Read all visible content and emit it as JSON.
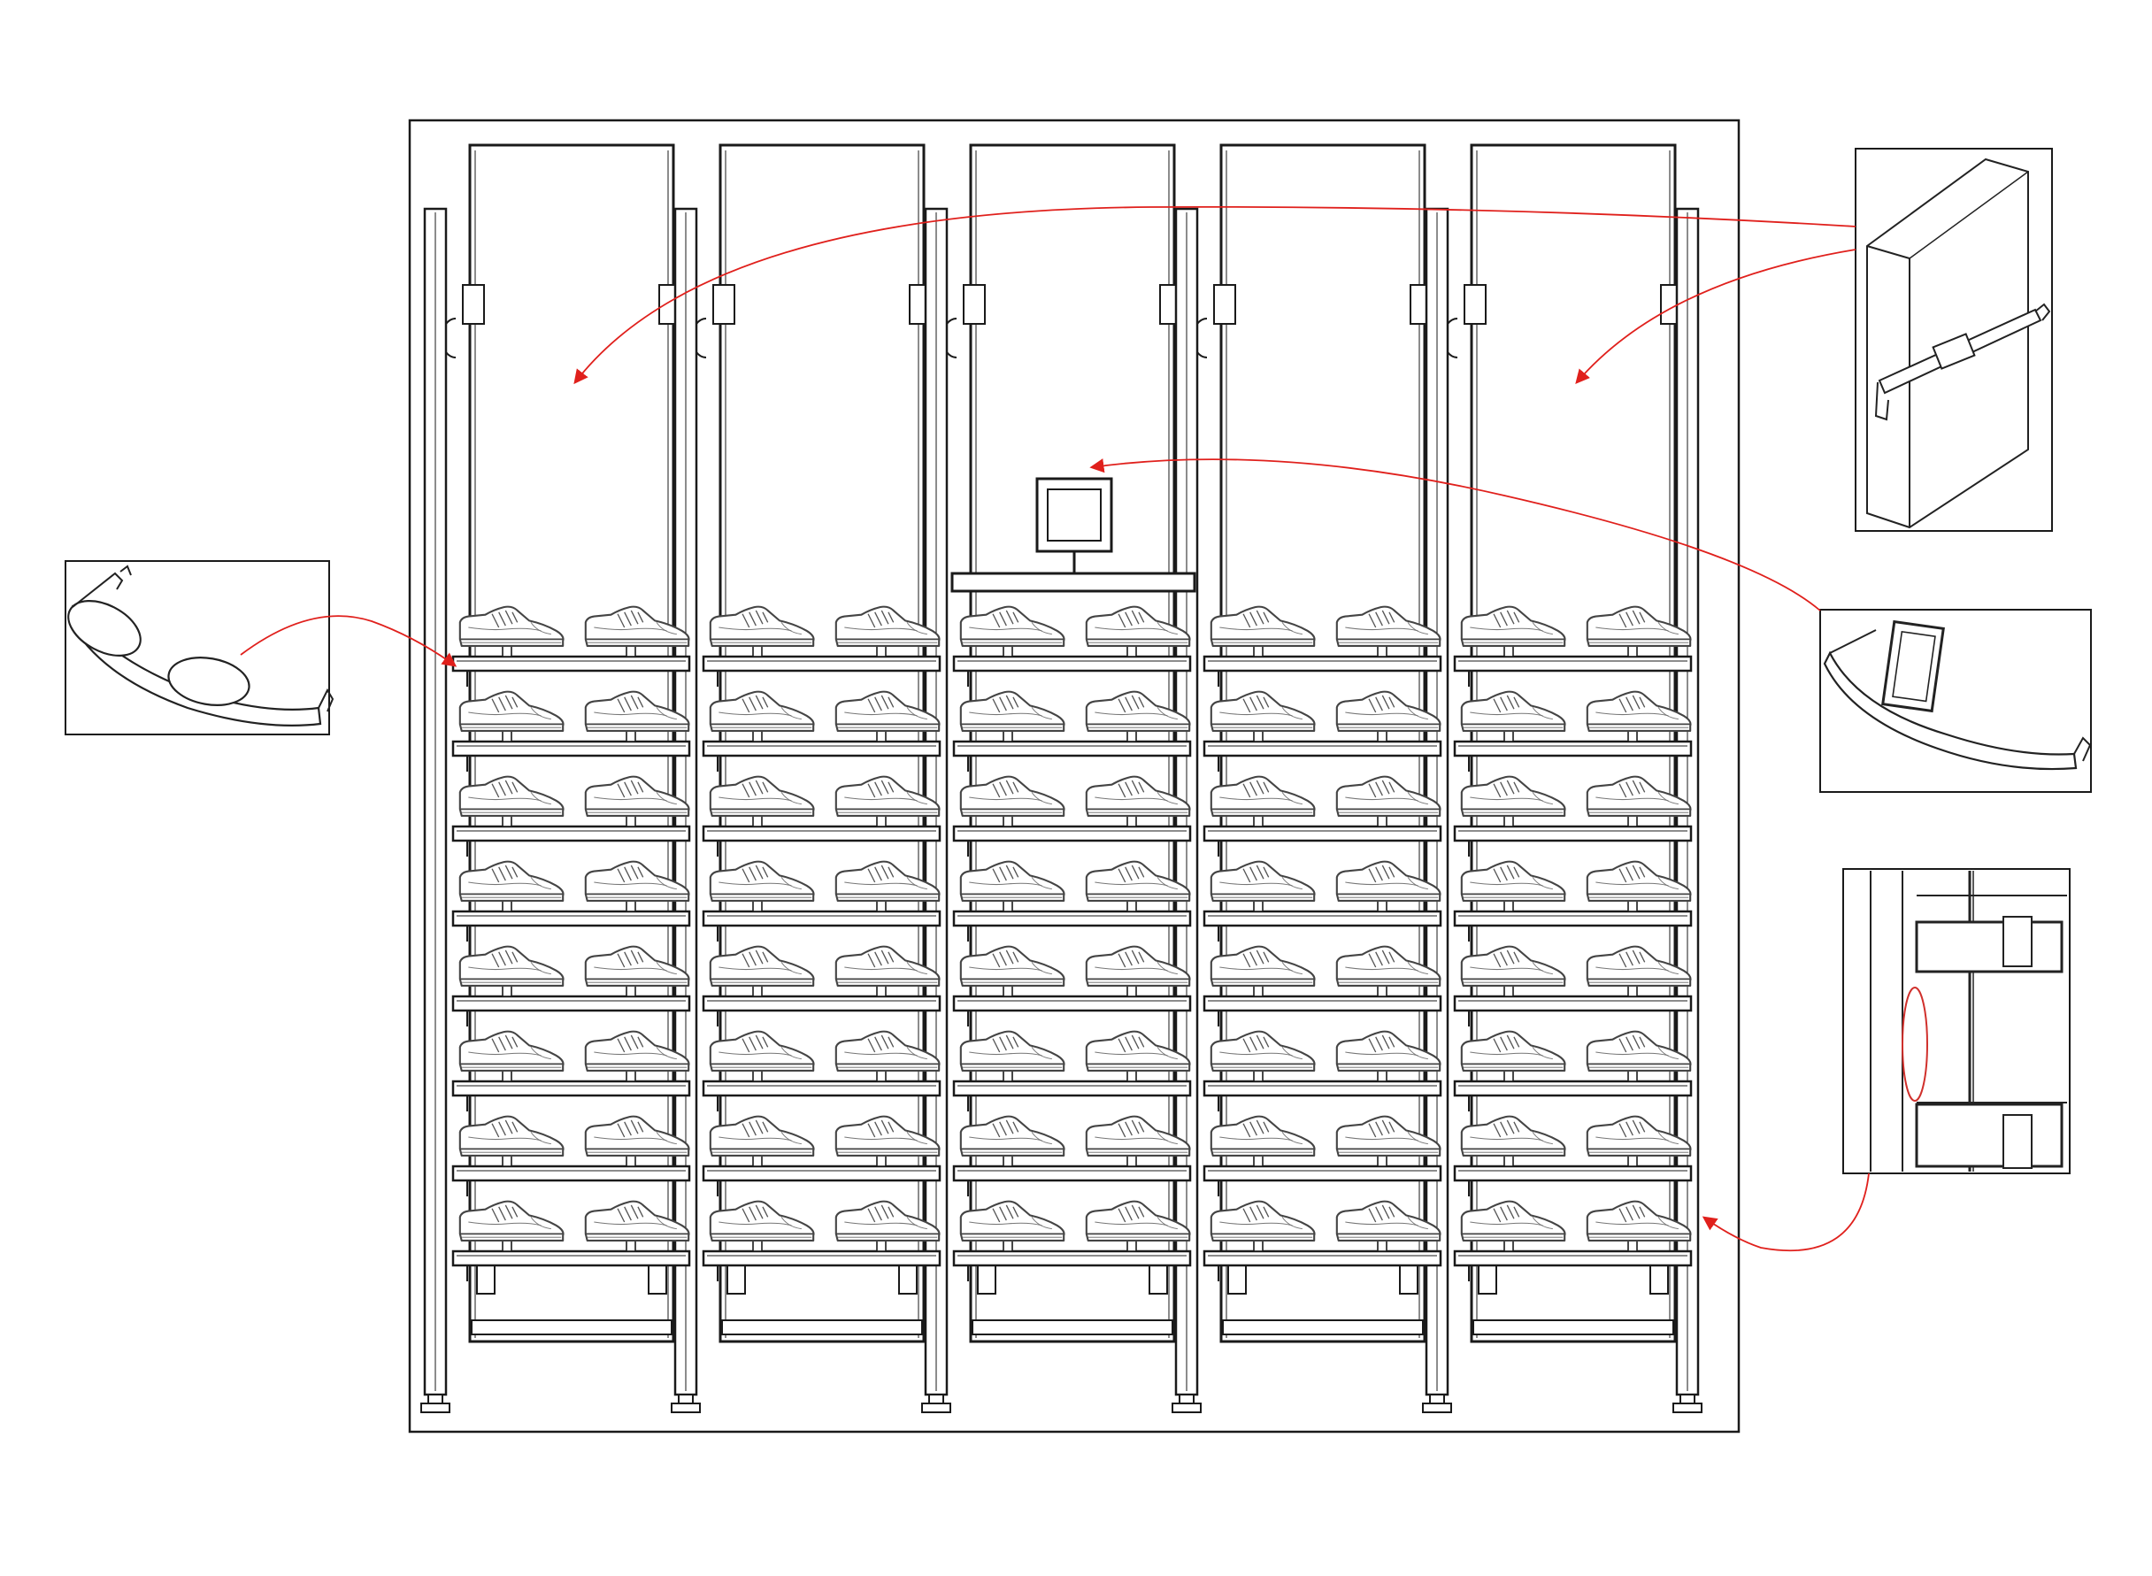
{
  "diagram": {
    "kind": "shoe-display-wall-elevation",
    "bays": 5,
    "shelf_rows": 8,
    "shoes_per_shelf": 2,
    "has_center_sign_frame": true,
    "callouts": [
      {
        "id": "backing-panel",
        "icon": "panel-with-bracket-icon",
        "points_to": [
          "bay-1-panel",
          "bay-5-panel"
        ]
      },
      {
        "id": "sign-holder-bracket",
        "icon": "curved-bracket-with-sign-icon",
        "points_to": [
          "center-sign-frame"
        ]
      },
      {
        "id": "shoe-shelf-bracket",
        "icon": "curved-shoe-shelf-icon",
        "points_to": [
          "bay-1-top-shelf"
        ]
      },
      {
        "id": "slotted-upright-detail",
        "icon": "slotted-upright-icon",
        "points_to": [
          "bay-5-bottom-shelf"
        ]
      }
    ],
    "colors": {
      "line": "#1a1a1a",
      "callout_arrow": "#e0201c",
      "detail_highlight": "#d0302c",
      "shoe_line": "#444444"
    }
  }
}
